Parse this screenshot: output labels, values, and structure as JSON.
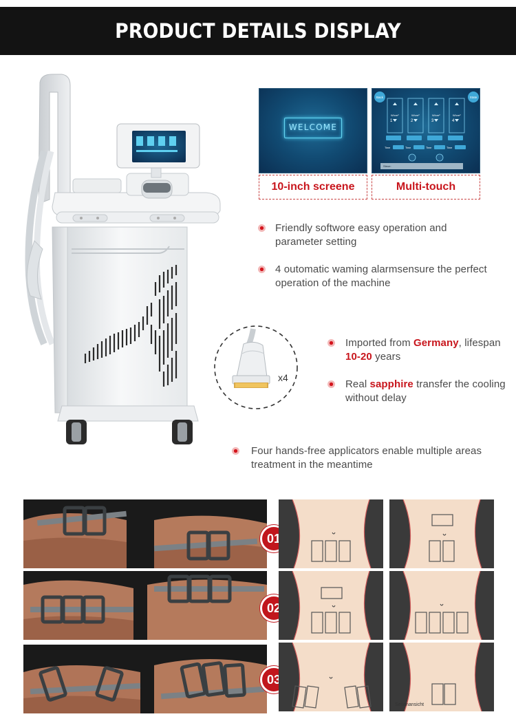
{
  "header": {
    "title": "PRODUCT DETAILS DISPLAY"
  },
  "screens": [
    {
      "screen_text": "WELCOME",
      "caption": "10-inch screene"
    },
    {
      "caption": "Multi-touch",
      "back_label": "Back",
      "state_label": "State",
      "channel_label": "W/cm²",
      "channels": [
        "1",
        "2",
        "3",
        "4"
      ],
      "time_label": "Time",
      "status_label": "Steue:"
    }
  ],
  "features_top": [
    {
      "text": "Friendly softwore easy operation and parameter setting"
    },
    {
      "text": "4 outomatic waming alarmsensure the perfect operation of the machine"
    }
  ],
  "applicator": {
    "count_label": "x4",
    "feature_1": {
      "prefix": "Imported from ",
      "highlight": "Germany",
      "middle": ", lifespan ",
      "highlight2": "10-20",
      "suffix": " years"
    },
    "feature_2": {
      "prefix": "Real ",
      "highlight": "sapphire",
      "suffix": " transfer the cooling without delay"
    }
  },
  "features_bottom": [
    {
      "text": "Four hands-free applicators enable multiple areas treatment in the meantime"
    }
  ],
  "rows": [
    {
      "number": "01"
    },
    {
      "number": "02"
    },
    {
      "number": "03",
      "diagram_note": "Seitenansicht"
    }
  ],
  "colors": {
    "accent_red": "#c8161d",
    "banner_black": "#131313",
    "screen_blue": "#114a72",
    "skin": "#f4ddc9"
  }
}
